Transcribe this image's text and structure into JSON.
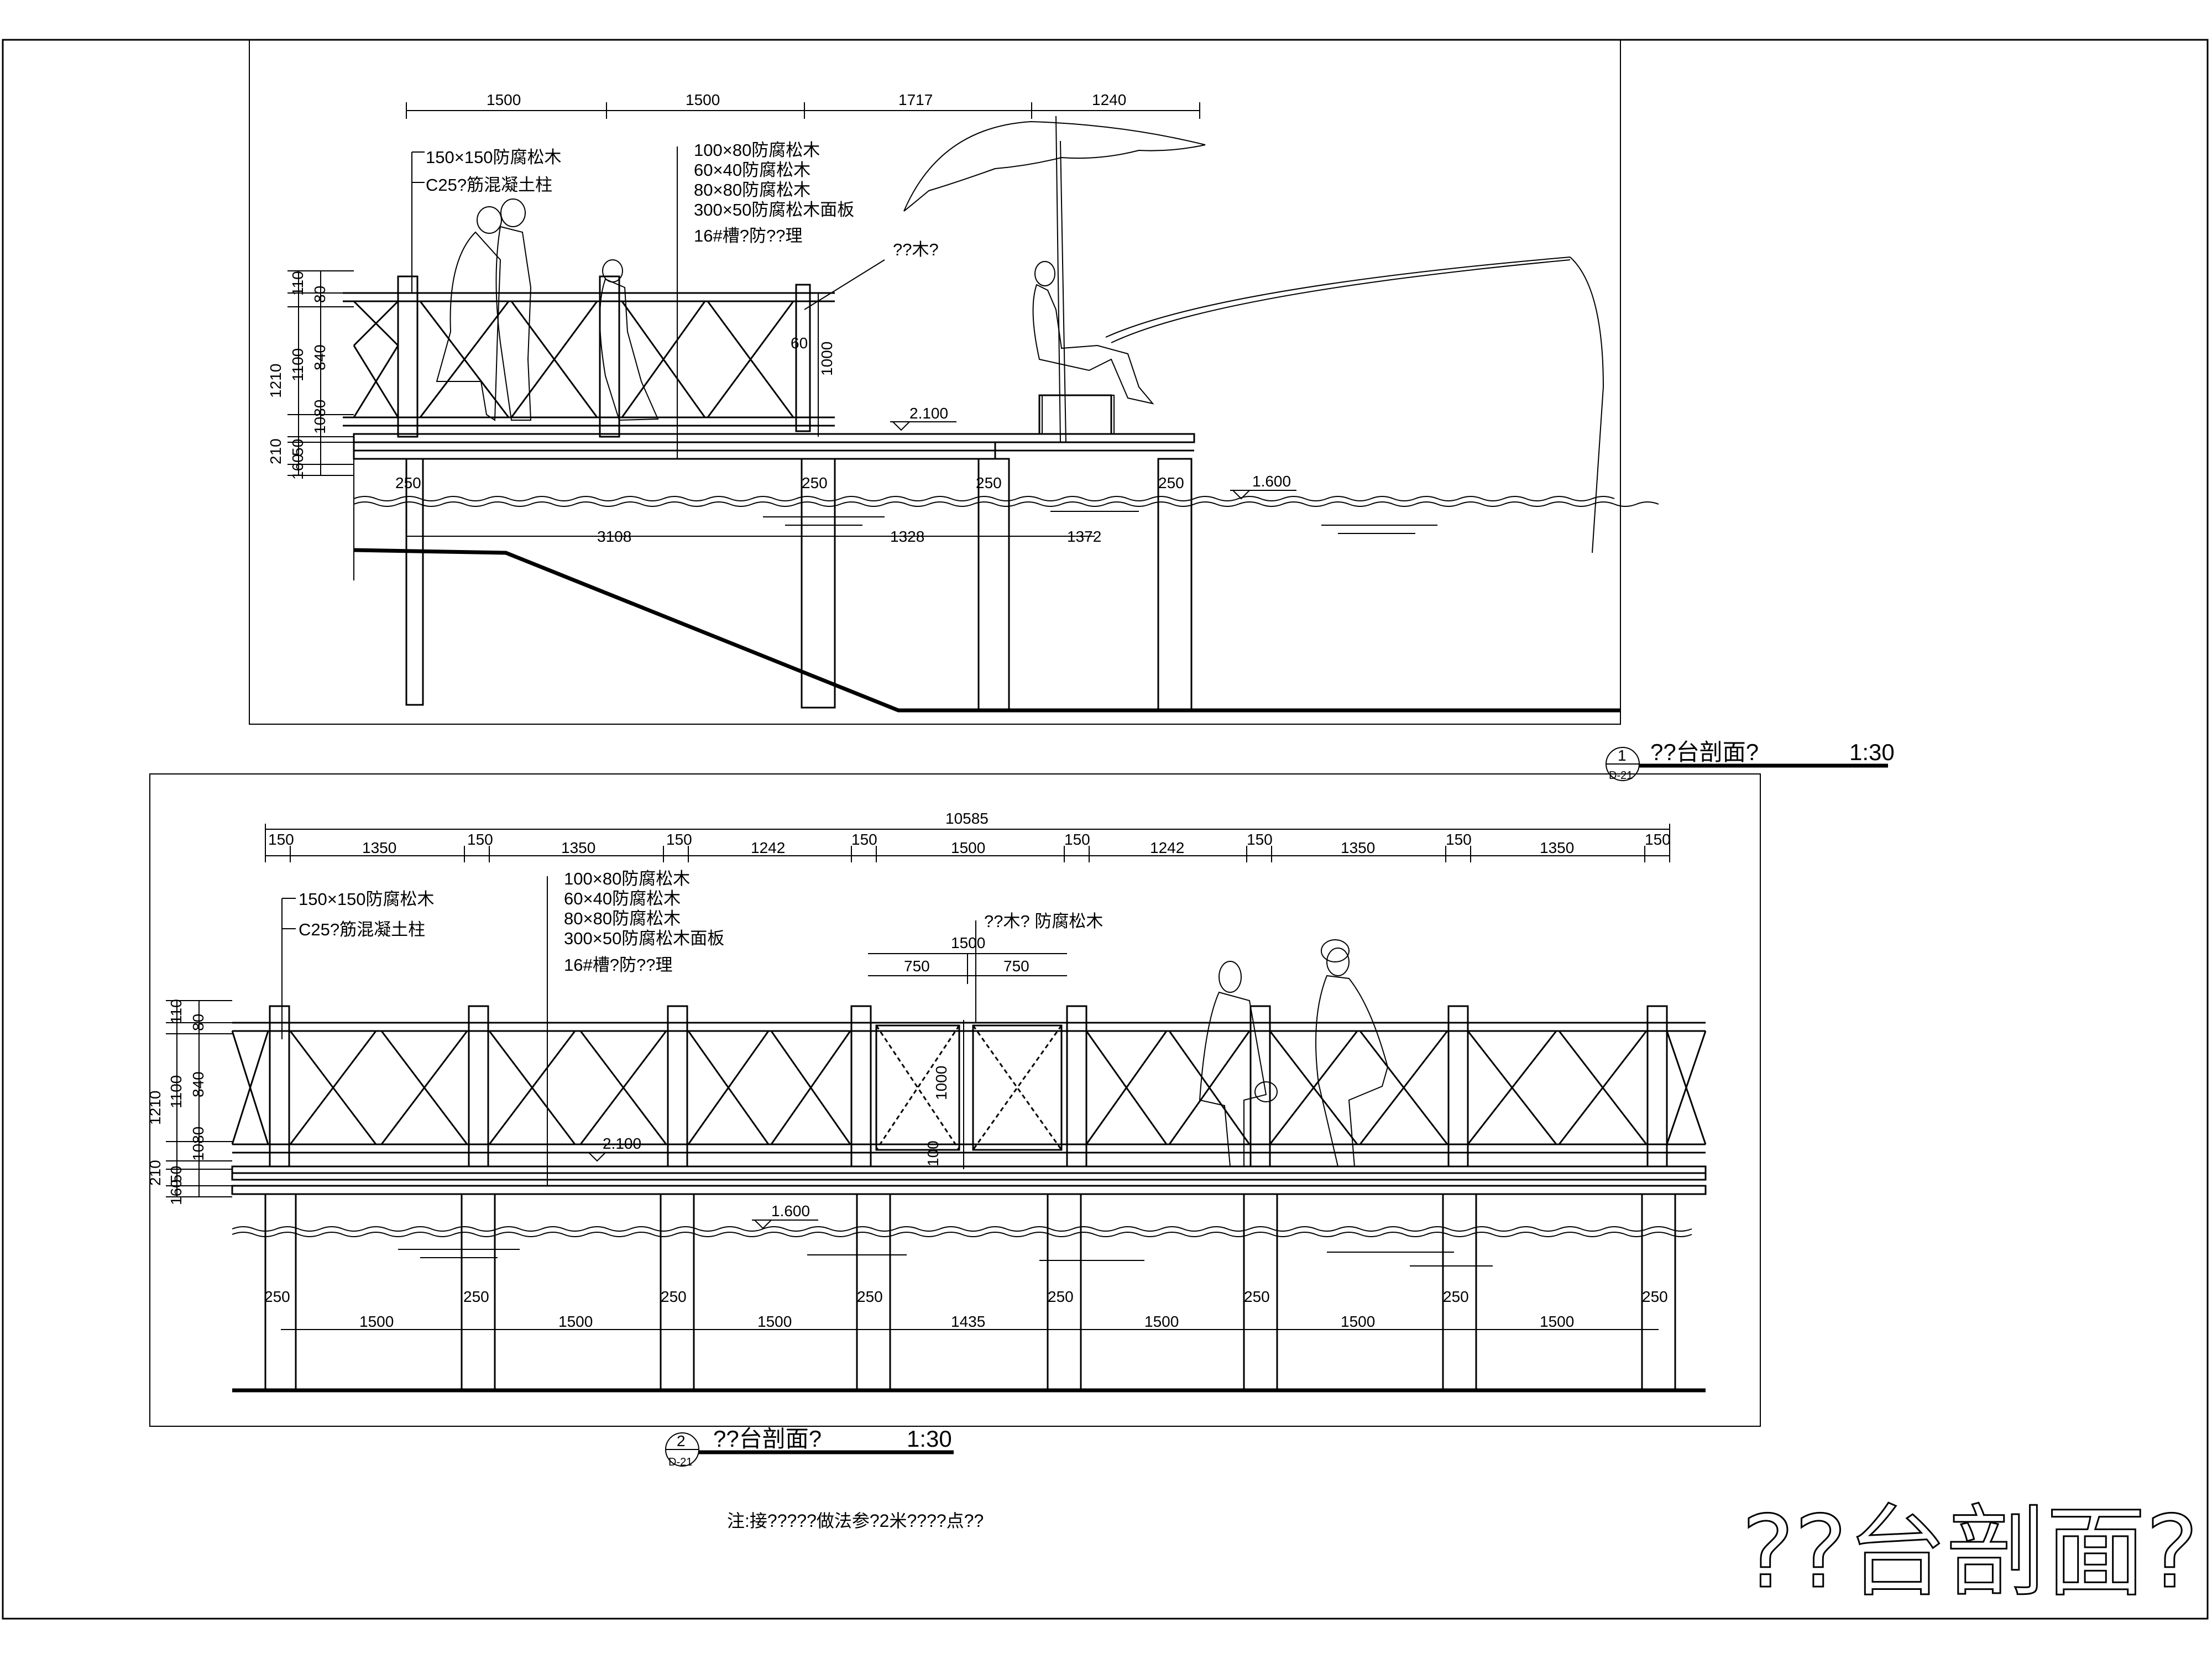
{
  "sheet_title": "??台剖面?",
  "note": "注:接?????做法参?2米????点??",
  "section1": {
    "title": "??台剖面?",
    "scale": "1:30",
    "ref_number": "1",
    "ref_sheet": "D-21",
    "top_dims": [
      "1500",
      "1500",
      "1717",
      "1240"
    ],
    "callouts_left": [
      "150×150防腐松木",
      "C25?筋混凝土柱"
    ],
    "callouts_mid": [
      "100×80防腐松木",
      "60×40防腐松木",
      "80×80防腐松木",
      "300×50防腐松木面板",
      "16#槽?防??理"
    ],
    "callout_wood": "??木?",
    "left_dims": [
      "110",
      "80",
      "1210",
      "1100",
      "840",
      "1080",
      "10",
      "210",
      "50",
      "160"
    ],
    "rail_dims": [
      "60",
      "1000"
    ],
    "deck_level": "2.100",
    "water_level": "1.600",
    "post_dims": [
      "250",
      "250",
      "250",
      "250"
    ],
    "span_dims": [
      "3108",
      "1328",
      "1372"
    ]
  },
  "section2": {
    "title": "??台剖面?",
    "scale": "1:30",
    "ref_number": "2",
    "ref_sheet": "D-21",
    "overall_dim": "10585",
    "top_dims": [
      "150",
      "1350",
      "150",
      "1350",
      "150",
      "1242",
      "150",
      "1500",
      "150",
      "1242",
      "150",
      "1350",
      "150",
      "1350",
      "150"
    ],
    "callouts_left": [
      "150×150防腐松木",
      "C25?筋混凝土柱"
    ],
    "callouts_mid": [
      "100×80防腐松木",
      "60×40防腐松木",
      "80×80防腐松木",
      "300×50防腐松木面板",
      "16#槽?防??理"
    ],
    "callout_wood": "??木? 防腐松木",
    "gate_dims": [
      "1500",
      "750",
      "750"
    ],
    "gate_height": "1000",
    "gate_bottom": "100",
    "left_dims": [
      "110",
      "80",
      "1210",
      "1100",
      "840",
      "1080",
      "10",
      "210",
      "50",
      "160"
    ],
    "deck_level": "2.100",
    "water_level": "1.600",
    "post_dims": [
      "250",
      "250",
      "250",
      "250",
      "250",
      "250",
      "250",
      "250"
    ],
    "span_dims": [
      "1500",
      "1500",
      "1500",
      "1435",
      "1500",
      "1500",
      "1500"
    ]
  }
}
